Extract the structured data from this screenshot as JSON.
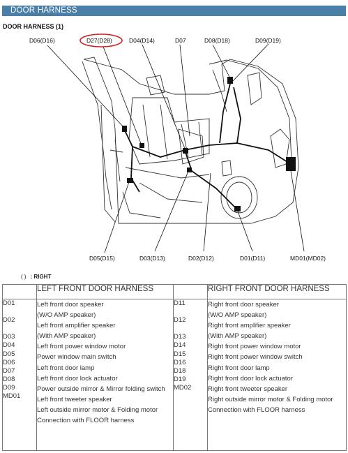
{
  "header": {
    "title": "DOOR HARNESS"
  },
  "section": {
    "title": "DOOR HARNESS (1)"
  },
  "diagram": {
    "top_labels": [
      "D06(D16)",
      "D27(D28)",
      "D04(D14)",
      "D07",
      "D08(D18)",
      "D09(D19)"
    ],
    "bottom_labels": [
      "D05(D15)",
      "D03(D13)",
      "D02(D12)",
      "D01(D11)",
      "MD01(MD02)"
    ],
    "highlighted_label": "D27(D28)",
    "highlight_color": "#d11f1f"
  },
  "legend": {
    "paren": "(     )",
    "text": ": RIGHT"
  },
  "table": {
    "left": {
      "header": "LEFT FRONT DOOR HARNESS",
      "codes": [
        "D01",
        "",
        "D02",
        "",
        "D03",
        "D04",
        "D05",
        "D06",
        "D07",
        "D08",
        "D09",
        "MD01"
      ],
      "descriptions": [
        "Left front door speaker",
        "(W/O AMP speaker)",
        "Left front amplifier speaker",
        "(With AMP speaker)",
        "Left front power window motor",
        "Power window main switch",
        "Left front door lamp",
        "Left front door lock actuator",
        "Power outside mirror & Mirror folding switch",
        "Left front tweeter speaker",
        "Left outside mirror motor & Folding motor",
        "Connection with FLOOR harness"
      ]
    },
    "right": {
      "header": "RIGHT FRONT DOOR HARNESS",
      "codes": [
        "D11",
        "",
        "D12",
        "",
        "D13",
        "D14",
        "D15",
        "D16",
        "D18",
        "D19",
        "MD02"
      ],
      "descriptions": [
        "Right front door speaker",
        "(W/O AMP speaker)",
        "Right front amplifier speaker",
        "(With AMP speaker)",
        "Right front power window motor",
        "Right front power window switch",
        "Right front door lamp",
        "Right front door lock actuator",
        "Right front tweeter speaker",
        "Right outside mirror motor & Folding motor",
        "Connection with FLOOR harness"
      ]
    }
  }
}
